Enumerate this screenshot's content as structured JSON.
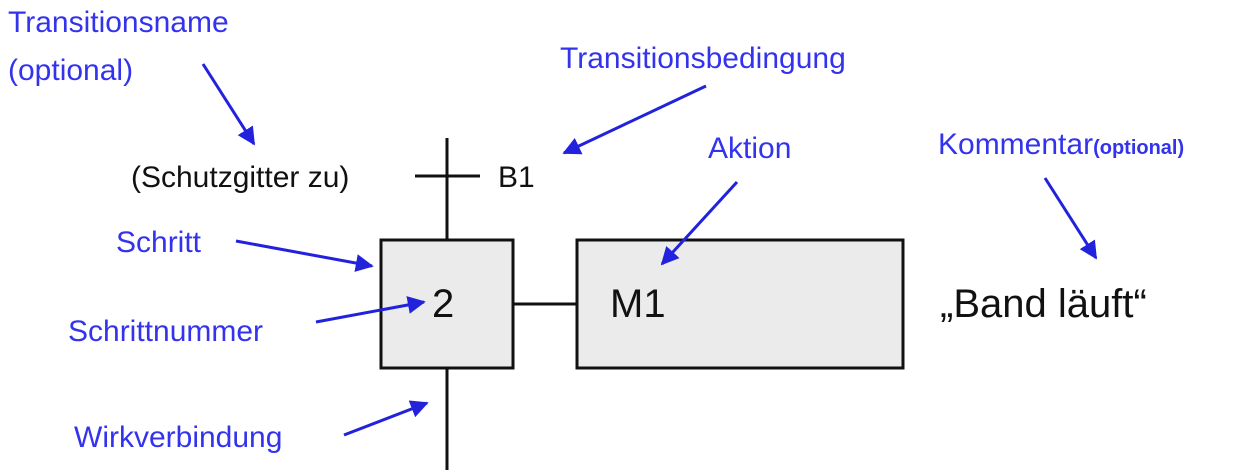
{
  "annotations": {
    "transition_name": {
      "line1": "Transitionsname",
      "line2": "(optional)"
    },
    "transition_condition": "Transitionsbedingung",
    "action": "Aktion",
    "comment": {
      "text": "Kommentar",
      "suffix": "(optional)"
    },
    "step": "Schritt",
    "step_number": "Schrittnummer",
    "link": "Wirkverbindung"
  },
  "sfc": {
    "transition_label": "(Schutzgitter zu)",
    "transition_condition": "B1",
    "step_number": "2",
    "action_text": "M1",
    "comment_text": "„Band läuft“"
  },
  "colors": {
    "annotation": "#3333ee",
    "arrow": "#2222dd",
    "diagram": "#111111",
    "step_fill": "#ebebeb"
  }
}
